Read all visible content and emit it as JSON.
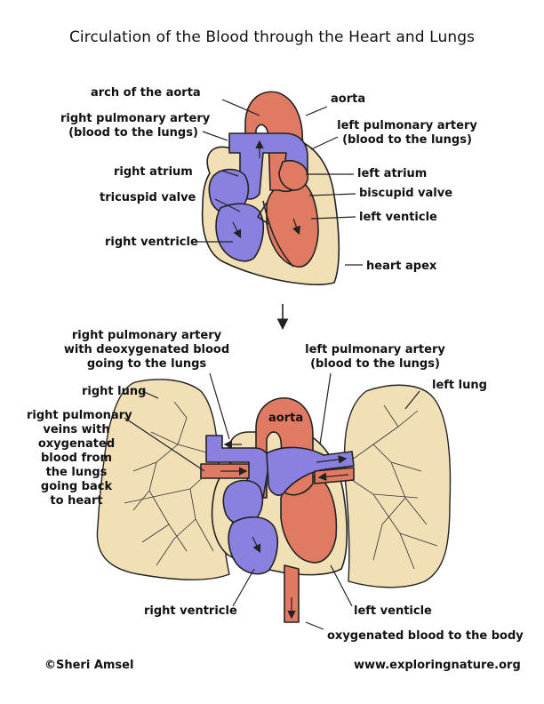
{
  "title": "Circulation of the Blood through the Heart and Lungs",
  "colors": {
    "oxygenated": "#e07a62",
    "deoxygenated": "#8a80e0",
    "tissue": "#f1dfb6",
    "outline": "#222222"
  },
  "top_heart": {
    "arch_of_aorta": "arch of the aorta",
    "aorta": "aorta",
    "right_pulmonary_artery": [
      "right pulmonary artery",
      "(blood to the lungs)"
    ],
    "left_pulmonary_artery": [
      "left pulmonary artery",
      "(blood to the lungs)"
    ],
    "right_atrium": "right atrium",
    "left_atrium": "left atrium",
    "tricuspid_valve": "tricuspid valve",
    "biscupid_valve": "biscupid valve",
    "left_venticle": "left venticle",
    "right_ventricle": "right ventricle",
    "heart_apex": "heart apex"
  },
  "bottom_heart_lungs": {
    "right_pulmonary_artery_deox": [
      "right pulmonary artery",
      "with deoxygenated blood",
      "going to the lungs"
    ],
    "left_pulmonary_artery": [
      "left pulmonary artery",
      "(blood to the lungs)"
    ],
    "right_lung": "right lung",
    "left_lung": "left lung",
    "right_pulmonary_veins": [
      "right pulmonary",
      "veins  with",
      "oxygenated",
      "blood from",
      "the lungs",
      "going back",
      "to heart"
    ],
    "aorta": "aorta",
    "right_ventricle": "right ventricle",
    "left_venticle": "left venticle",
    "oxygenated_blood_body": "oxygenated blood to the body"
  },
  "footer": {
    "copyright": "©Sheri Amsel",
    "website": "www.exploringnature.org"
  }
}
